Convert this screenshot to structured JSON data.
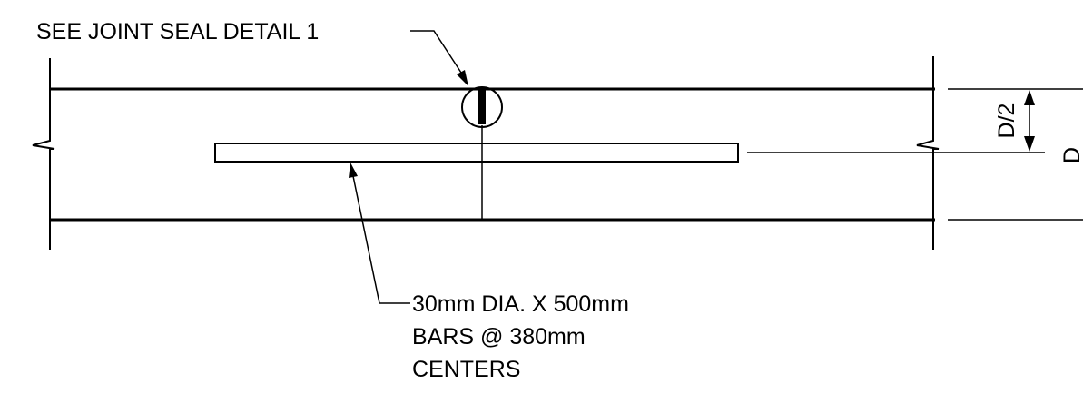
{
  "title": "",
  "labels": {
    "joint_seal_callout": "SEE JOINT SEAL DETAIL 1",
    "bar_note_line1": "30mm DIA. X 500mm",
    "bar_note_line2": "BARS @ 380mm",
    "bar_note_line3": "CENTERS",
    "dim_half_depth": "D/2",
    "dim_depth": "D"
  },
  "colors": {
    "line": "#000000",
    "background": "#ffffff"
  }
}
